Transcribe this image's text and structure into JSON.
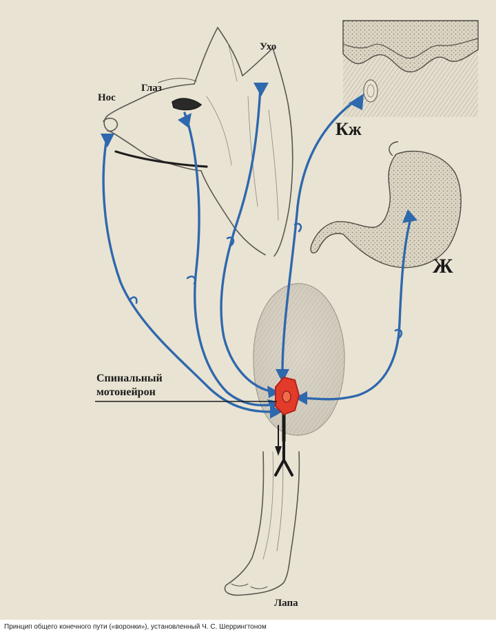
{
  "labels": {
    "nose": "Нос",
    "eye": "Глаз",
    "ear": "Ухо",
    "skin": "Кж",
    "stomach": "Ж",
    "motoneuron_line1": "Спинальный",
    "motoneuron_line2": "мотонейрон",
    "paw": "Лапа"
  },
  "caption": "Принцип общего конечного пути («воронки»), установленный Ч. С. Шеррингтоном",
  "colors": {
    "pathway": "#2e68ad",
    "neuron_fill": "#e23b2a",
    "neuron_outline": "#b3221a",
    "background": "#e9e3d3",
    "sketch": "#5a5650"
  }
}
